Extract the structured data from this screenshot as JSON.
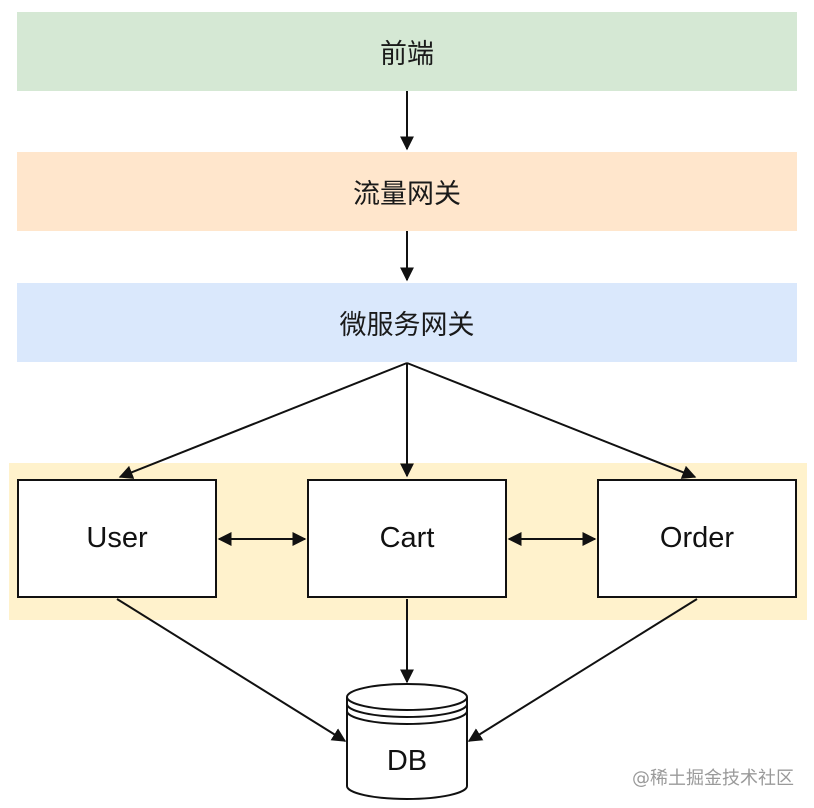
{
  "colors": {
    "frontend": "#d5e8d4",
    "traffic_gateway": "#ffe6cc",
    "microservice_gateway": "#dae8fc",
    "service_band": "#fff2cc"
  },
  "layers": {
    "frontend": "前端",
    "traffic_gateway": "流量网关",
    "microservice_gateway": "微服务网关"
  },
  "services": {
    "user": "User",
    "cart": "Cart",
    "order": "Order"
  },
  "database": {
    "label": "DB"
  },
  "watermark": "@稀土掘金技术社区"
}
